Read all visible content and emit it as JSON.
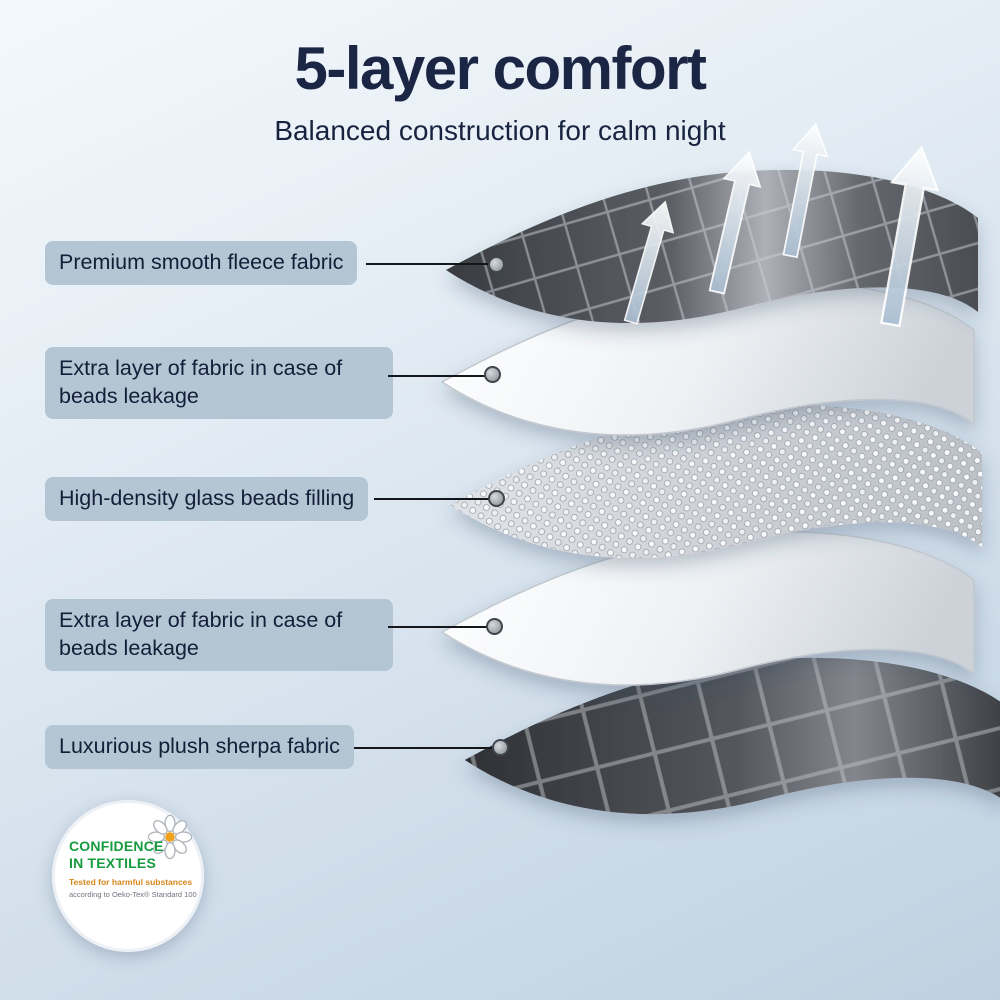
{
  "title": "5-layer comfort",
  "subtitle": "Balanced construction for calm night",
  "layers": [
    {
      "name": "fleece-top",
      "label": "Premium smooth fleece fabric",
      "color": "#4a4d53"
    },
    {
      "name": "inner-fabric-upper",
      "label": "Extra layer of fabric in case of beads leakage",
      "color": "#e9ecef"
    },
    {
      "name": "glass-beads",
      "label": "High-density glass beads filling",
      "color": "#d6dade"
    },
    {
      "name": "inner-fabric-lower",
      "label": "Extra layer of fabric in case of beads leakage",
      "color": "#e9ecef"
    },
    {
      "name": "sherpa-bottom",
      "label": "Luxurious plush sherpa fabric",
      "color": "#3d4045"
    }
  ],
  "badge": {
    "line1": "CONFIDENCE",
    "line2": "IN TEXTILES",
    "line3": "Tested for harmful substances",
    "line4": "according to Oeko-Tex® Standard 100"
  },
  "colors": {
    "title_text": "#1b2544",
    "callout_bg": "#b4c5d4",
    "callout_text": "#131e39",
    "background_top": "#f3f8fc",
    "background_bottom": "#bfd1e1",
    "badge_green": "#169b3e",
    "badge_orange": "#d8861c",
    "connector": "#15161a"
  }
}
